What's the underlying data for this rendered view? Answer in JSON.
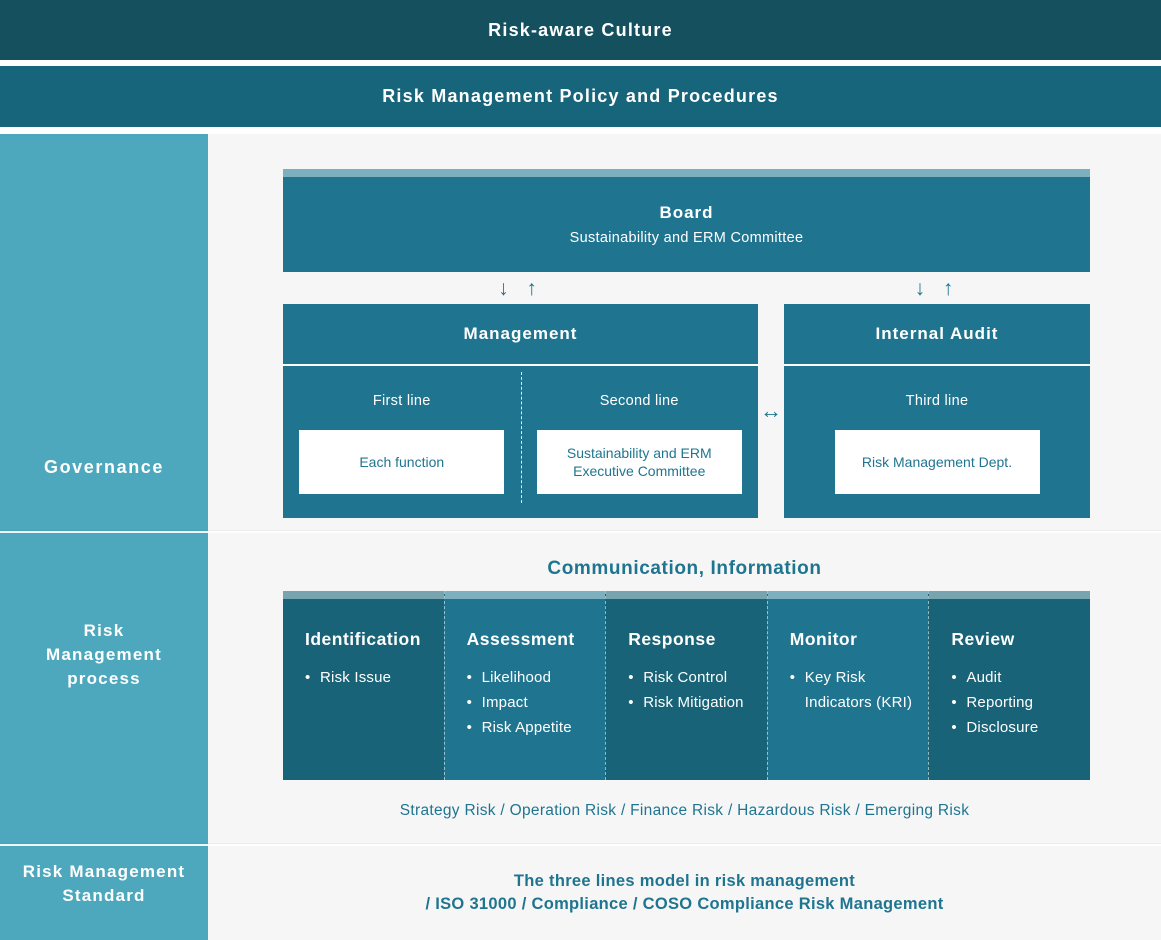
{
  "colors": {
    "banner_top_bg": "#15505f",
    "banner_second_bg": "#17657b",
    "sidebar_bg": "#4da8bd",
    "box_teal": "#1f7590",
    "column_dark_teal": "#186377",
    "column_light_teal": "#1f7590",
    "main_bg": "#f6f6f6",
    "accent_text": "#1f7590",
    "text_on_teal": "#ffffff"
  },
  "top_bars": [
    {
      "label": "Risk-aware Culture"
    },
    {
      "label": "Risk Management Policy and Procedures"
    }
  ],
  "sidebar": {
    "sections": [
      {
        "label": "Governance"
      },
      {
        "lines": [
          "Risk",
          "Management",
          "process"
        ]
      },
      {
        "lines": [
          "Risk Management",
          "Standard"
        ]
      }
    ]
  },
  "governance": {
    "board": {
      "title": "Board",
      "subtitle": "Sustainability and ERM Committee"
    },
    "arrows": {
      "down_up": "↓ ↑",
      "left_right": "↔"
    },
    "management": {
      "title": "Management",
      "first_line_label": "First line",
      "first_line_box": "Each function",
      "second_line_label": "Second line",
      "second_line_box_lines": [
        "Sustainability and ERM",
        "Executive Committee"
      ]
    },
    "internal_audit": {
      "title": "Internal Audit",
      "third_line_label": "Third line",
      "third_line_box": "Risk Management Dept."
    }
  },
  "process": {
    "heading": "Communication, Information",
    "columns": [
      {
        "title": "Identification",
        "shade": "dark",
        "items": [
          "Risk Issue"
        ]
      },
      {
        "title": "Assessment",
        "shade": "light",
        "items": [
          "Likelihood",
          "Impact",
          "Risk Appetite"
        ]
      },
      {
        "title": "Response",
        "shade": "dark",
        "items": [
          "Risk Control",
          "Risk Mitigation"
        ]
      },
      {
        "title": "Monitor",
        "shade": "light",
        "items": [
          "Key Risk Indicators (KRI)"
        ]
      },
      {
        "title": "Review",
        "shade": "dark",
        "items": [
          "Audit",
          "Reporting",
          "Disclosure"
        ]
      }
    ],
    "risk_types": "Strategy Risk / Operation Risk / Finance Risk / Hazardous Risk / Emerging Risk"
  },
  "standard": {
    "lines": [
      "The three lines model in risk management",
      "/ ISO 31000 / Compliance / COSO Compliance Risk Management"
    ]
  }
}
